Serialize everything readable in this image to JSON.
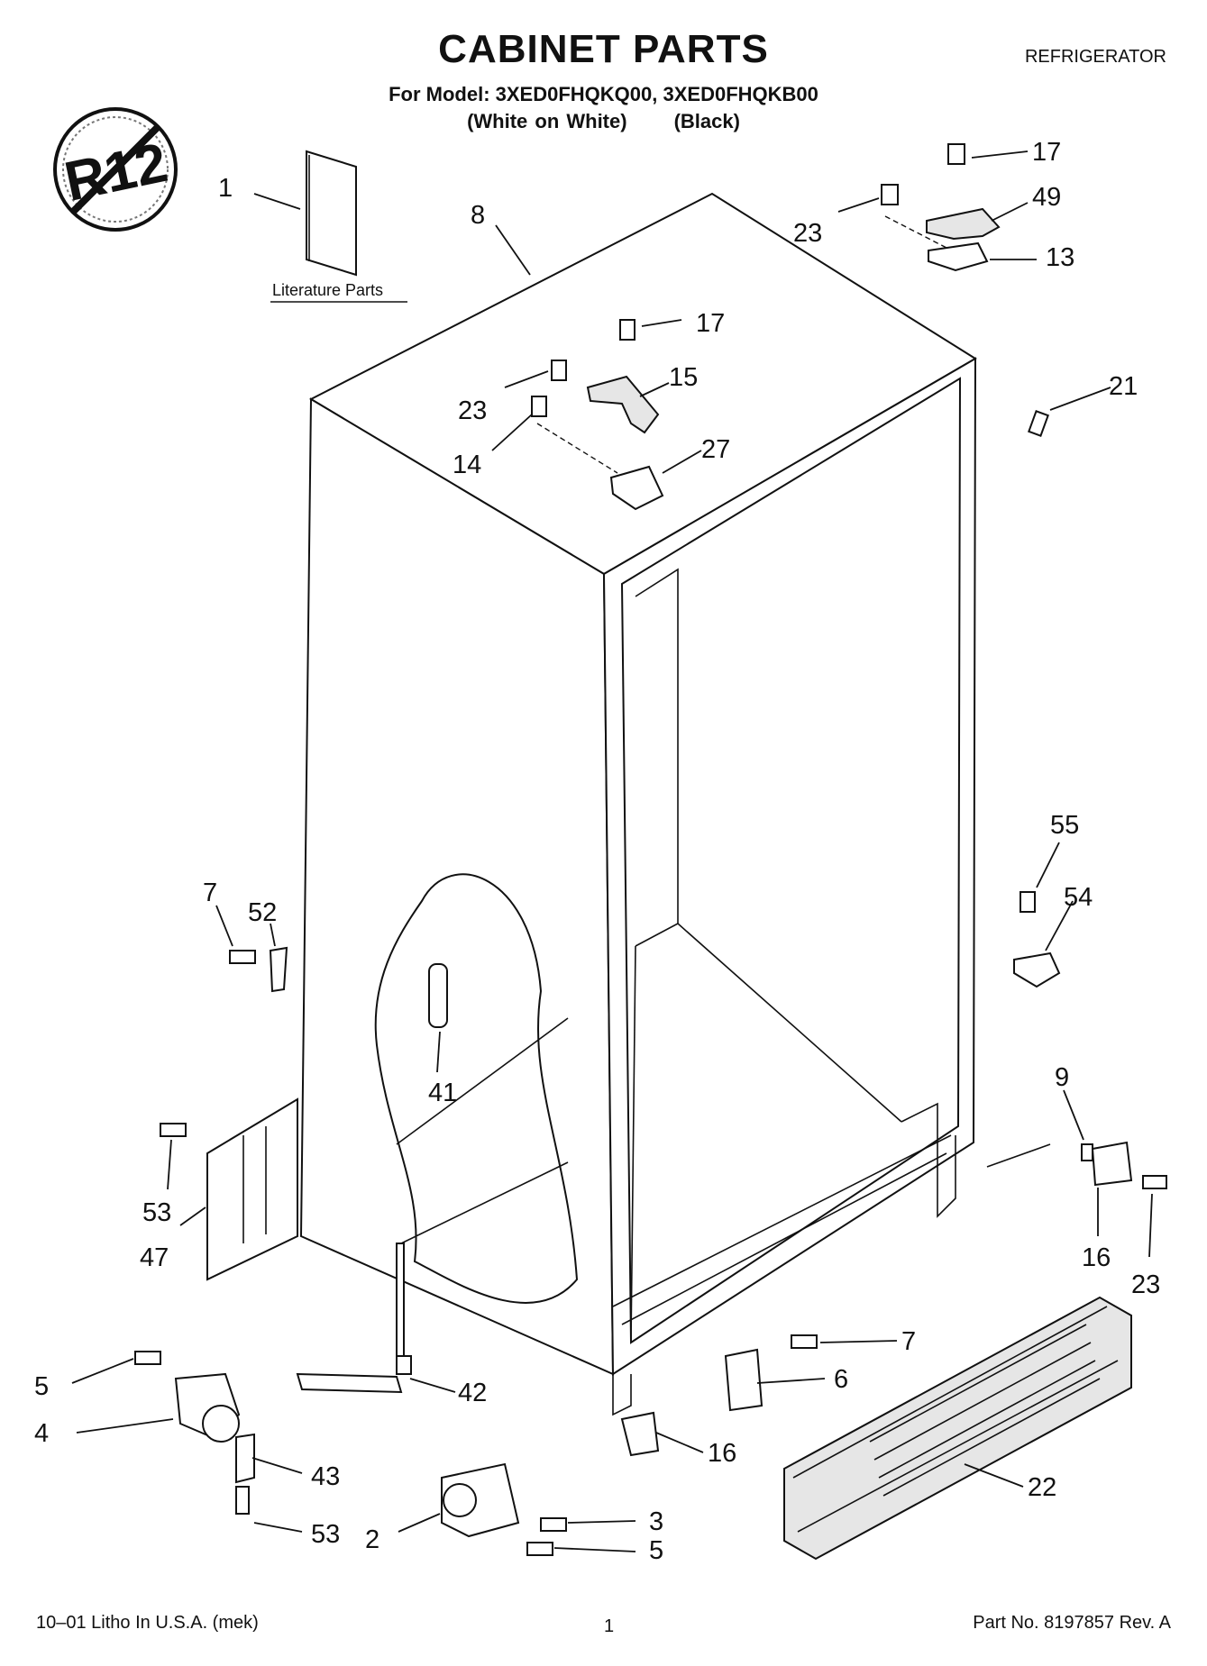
{
  "header": {
    "title": "CABINET PARTS",
    "category": "REFRIGERATOR",
    "models_line": "For Model: 3XED0FHQKQ00, 3XED0FHQKB00",
    "variant_1": "(White on White)",
    "variant_2": "(Black)"
  },
  "badge": {
    "text": "R12"
  },
  "literature": {
    "label": "Literature Parts"
  },
  "callouts": {
    "c1": "1",
    "c8": "8",
    "c17a": "17",
    "c23a": "23",
    "c49": "49",
    "c13": "13",
    "c17b": "17",
    "c23b": "23",
    "c15": "15",
    "c14": "14",
    "c27": "27",
    "c21": "21",
    "c55": "55",
    "c54": "54",
    "c7a": "7",
    "c52": "52",
    "c41": "41",
    "c9": "9",
    "c53a": "53",
    "c47": "47",
    "c16a": "16",
    "c23c": "23",
    "c7b": "7",
    "c6": "6",
    "c5a": "5",
    "c42": "42",
    "c4": "4",
    "c16b": "16",
    "c43": "43",
    "c22": "22",
    "c3": "3",
    "c5b": "5",
    "c53b": "53",
    "c2": "2"
  },
  "footer": {
    "left": "10–01 Litho In U.S.A. (mek)",
    "center": "1",
    "right": "Part No. 8197857 Rev. A"
  }
}
